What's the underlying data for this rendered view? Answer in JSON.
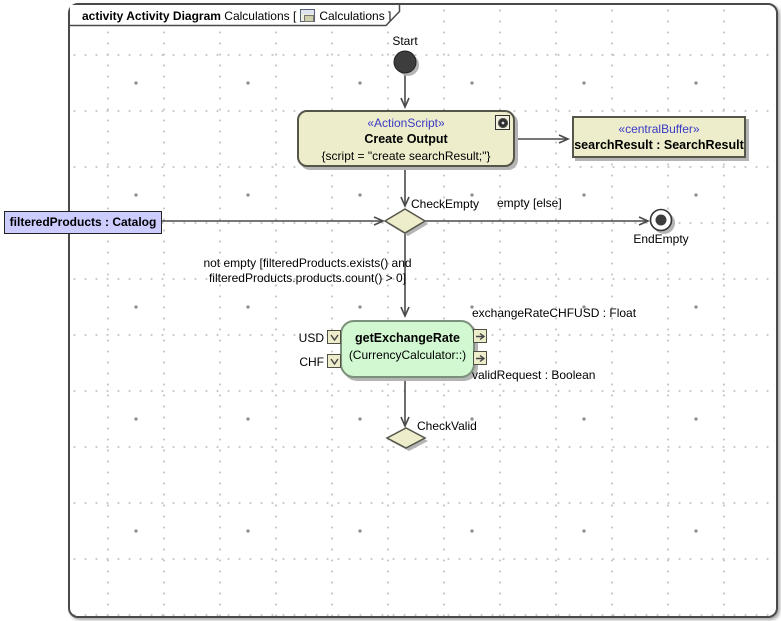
{
  "header": {
    "kind": "activity Activity Diagram",
    "name": " Calculations [",
    "ref": "Calculations ]"
  },
  "nodes": {
    "start": {
      "label": "Start"
    },
    "create_output": {
      "stereotype": "«ActionScript»",
      "name": "Create Output",
      "body": "{script = \"create searchResult;\"}"
    },
    "central_buffer": {
      "stereotype": "«centralBuffer»",
      "name": "searchResult : SearchResult"
    },
    "filtered_products": {
      "label": "filteredProducts : Catalog"
    },
    "check_empty": {
      "label": "CheckEmpty"
    },
    "end_empty": {
      "label": "EndEmpty"
    },
    "get_exchange_rate": {
      "name": "getExchangeRate",
      "qualifier": "(CurrencyCalculator::)"
    },
    "check_valid": {
      "label": "CheckValid"
    }
  },
  "pins": {
    "usd": {
      "label": "USD"
    },
    "chf": {
      "label": "CHF"
    },
    "exchange_rate": {
      "label": "exchangeRateCHFUSD : Float"
    },
    "valid_request": {
      "label": "validRequest : Boolean"
    }
  },
  "edges": {
    "empty": {
      "guard": "empty [else]"
    },
    "not_empty": {
      "guard_line1": "not empty [filteredProducts.exists() and",
      "guard_line2": "filteredProducts.products.count() > 0]"
    }
  },
  "icons": {
    "header_icon": "activity-diagram-icon",
    "create_output_icon": "behavior-icon",
    "input_pin_glyph": "chevron-down",
    "output_pin_glyph": "arrow-right"
  },
  "colors": {
    "node_fill": "#EDEDCC",
    "node_border": "#55554A",
    "green_fill": "#D2F8D2",
    "green_border": "#7C917C",
    "object_fill": "#CCCCFF",
    "stereotype_text": "#3939C6",
    "edge": "#4A4A4A",
    "shadow": "#B4B4B4"
  }
}
